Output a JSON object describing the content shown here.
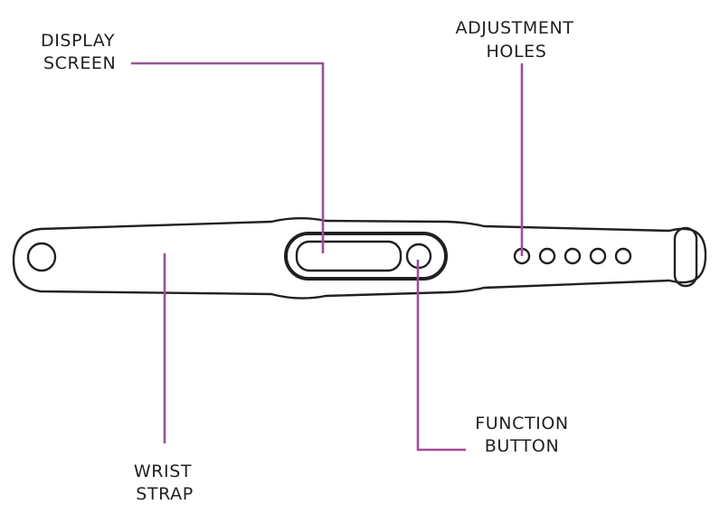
{
  "labels": {
    "display_screen": [
      "DISPLAY",
      "SCREEN"
    ],
    "adjustment_holes": [
      "ADJUSTMENT",
      "HOLES"
    ],
    "function_button": [
      "FUNCTION",
      "BUTTON"
    ],
    "wrist_strap": [
      "WRIST",
      "STRAP"
    ]
  },
  "colors": {
    "outline": "#231f20",
    "leader_line": "#9b4f96",
    "background": "#ffffff"
  }
}
